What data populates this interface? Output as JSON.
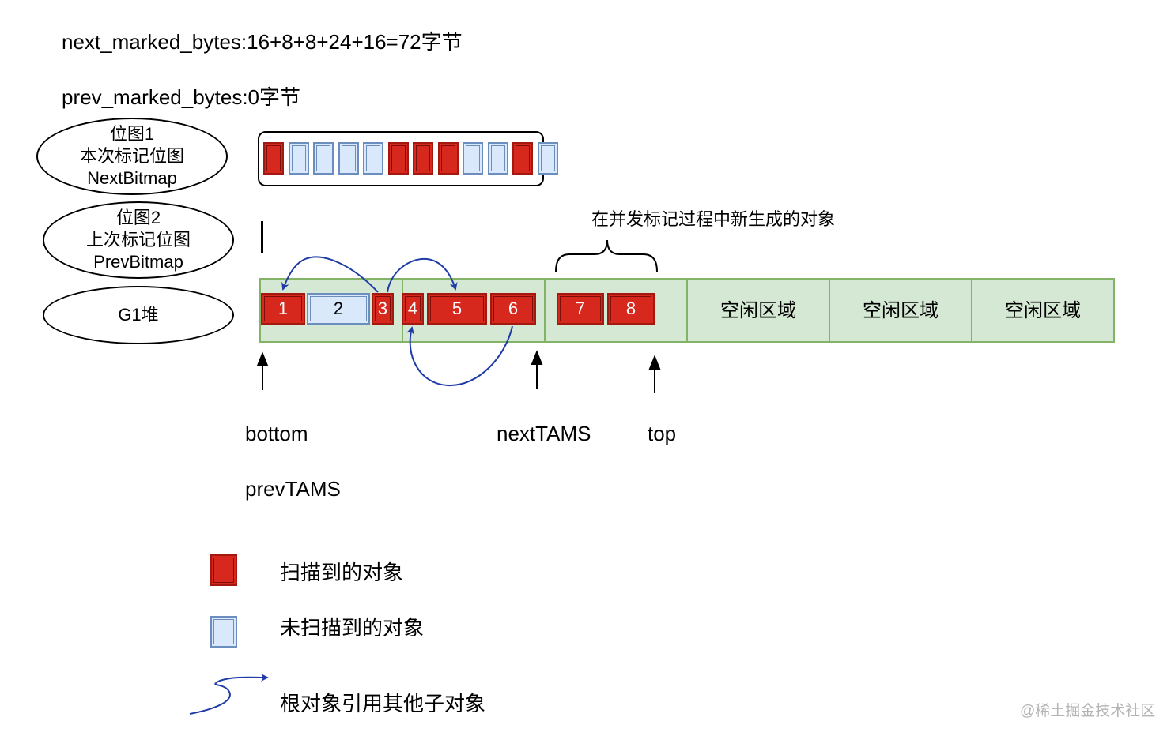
{
  "header": {
    "next_marked": "next_marked_bytes:16+8+8+24+16=72字节",
    "prev_marked": "prev_marked_bytes:0字节"
  },
  "bitmap1": {
    "line1": "位图1",
    "line2": "本次标记位图",
    "line3": "NextBitmap"
  },
  "bitmap2": {
    "line1": "位图2",
    "line2": "上次标记位图",
    "line3": "PrevBitmap"
  },
  "heap_label": "G1堆",
  "bitmap_cells": [
    "scanned",
    "unscanned",
    "unscanned",
    "unscanned",
    "unscanned",
    "scanned",
    "scanned",
    "scanned",
    "unscanned",
    "unscanned",
    "scanned",
    "unscanned"
  ],
  "new_objects_label": "在并发标记过程中新生成的对象",
  "objects": [
    {
      "label": "1",
      "state": "scanned"
    },
    {
      "label": "2",
      "state": "unscanned"
    },
    {
      "label": "3",
      "state": "scanned"
    },
    {
      "label": "4",
      "state": "scanned"
    },
    {
      "label": "5",
      "state": "scanned"
    },
    {
      "label": "6",
      "state": "scanned"
    },
    {
      "label": "7",
      "state": "scanned"
    },
    {
      "label": "8",
      "state": "scanned"
    }
  ],
  "free_regions": [
    "空闲区域",
    "空闲区域",
    "空闲区域"
  ],
  "pointers": {
    "bottom": "bottom",
    "prev_tams": "prevTAMS",
    "next_tams": "nextTAMS",
    "top": "top"
  },
  "legend": {
    "scanned": "扫描到的对象",
    "unscanned": "未扫描到的对象",
    "reference": "根对象引用其他子对象"
  },
  "colors": {
    "scanned_fill": "#d7281e",
    "unscanned_fill": "#dae8fc",
    "region_fill": "#d5e8d4",
    "region_border": "#82b366",
    "arrow_blue": "#1f3ba8"
  },
  "watermark": "@稀土掘金技术社区"
}
